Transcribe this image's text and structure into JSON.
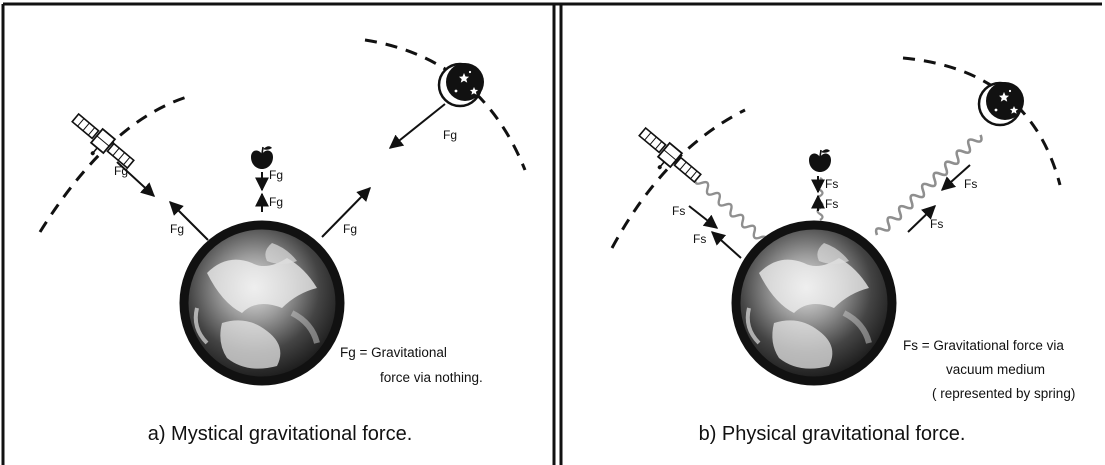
{
  "colors": {
    "ink": "#111111",
    "earth_dark": "#1d1d1d",
    "earth_light": "#cfcfcf",
    "spring": "#9a9a9a"
  },
  "panel_a": {
    "caption": "a) Mystical gravitational force.",
    "force_symbol": "Fg",
    "definition_lines": [
      "Fg = Gravitational",
      "force via nothing."
    ],
    "icons": [
      "satellite-icon",
      "apple-icon",
      "moon-icon",
      "earth-icon"
    ]
  },
  "panel_b": {
    "caption": "b) Physical gravitational force.",
    "force_symbol": "Fs",
    "definition_lines": [
      "Fs = Gravitational force via",
      "vacuum medium",
      "( represented by spring)"
    ],
    "icons": [
      "satellite-icon",
      "apple-icon",
      "moon-icon",
      "earth-icon",
      "spring-icon"
    ]
  }
}
